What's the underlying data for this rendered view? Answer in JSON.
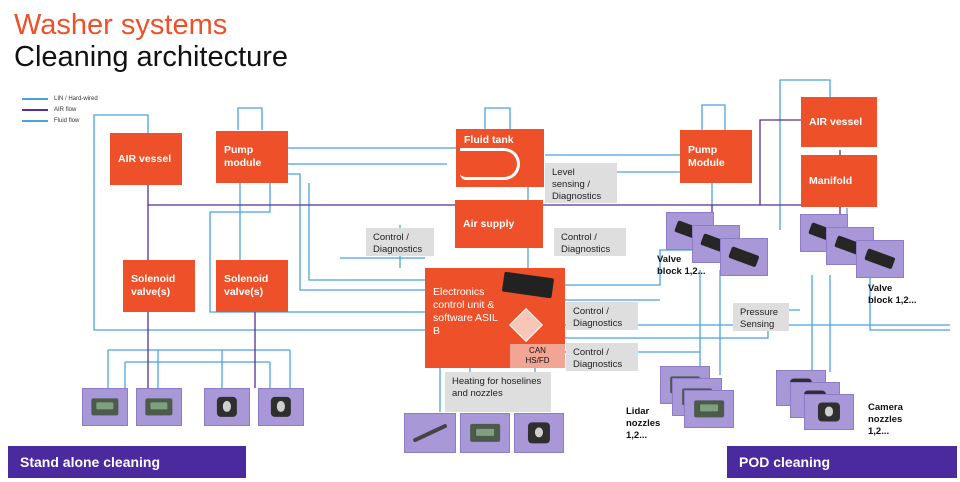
{
  "header": {
    "title_line1": "Washer systems",
    "title_line2": "Cleaning architecture"
  },
  "legend": [
    {
      "label": "LIN / Hard-wired",
      "color": "#4aa3df"
    },
    {
      "label": "AIR flow",
      "color": "#5b2d91"
    },
    {
      "label": "Fluid flow",
      "color": "#4aa3df"
    }
  ],
  "colors": {
    "accent": "#ee5129",
    "purple": "#4a2a9e",
    "device": "#a898d8",
    "gray_label": "#dedede"
  },
  "boxes": {
    "air_vessel_left": "AIR vessel",
    "pump_module_left": "Pump module",
    "solenoid_1": "Solenoid valve(s)",
    "solenoid_2": "Solenoid valve(s)",
    "fluid_tank": "Fluid tank",
    "air_supply": "Air supply",
    "ecu": "Electronics control unit & software ASIL B",
    "pump_module_right": "Pump Module",
    "air_vessel_right": "AIR vessel",
    "manifold": "Manifold"
  },
  "ecu_can": {
    "line1": "CAN",
    "line2": "HS/FD"
  },
  "labels": {
    "level_sensing": "Level sensing / Diagnostics",
    "control_diag_left": "Control / Diagnostics",
    "control_diag_right": "Control / Diagnostics",
    "control_diag_ecu1": "Control / Diagnostics",
    "control_diag_ecu2": "Control / Diagnostics",
    "pressure_sensing": "Pressure Sensing",
    "heating": "Heating for hoselines and nozzles"
  },
  "device_labels": {
    "valve_block_1": "Valve block 1,2...",
    "valve_block_2": "Valve block 1,2...",
    "lidar": "Lidar nozzles 1,2...",
    "camera": "Camera nozzles 1,2..."
  },
  "banners": {
    "stand_alone": "Stand alone cleaning",
    "pod": "POD cleaning"
  }
}
